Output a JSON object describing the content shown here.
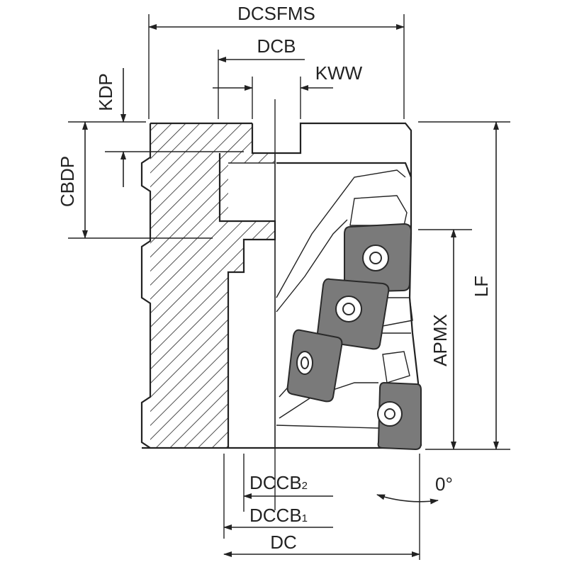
{
  "labels": {
    "dcsfms": "DCSFMS",
    "dcb": "DCB",
    "kww": "KWW",
    "kdp": "KDP",
    "cbdp": "CBDP",
    "apmx": "APMX",
    "lf": "LF",
    "dccb2_main": "DCCB",
    "dccb2_sub": "2",
    "dccb1_main": "DCCB",
    "dccb1_sub": "1",
    "dc": "DC",
    "angle": "0°"
  },
  "colors": {
    "line": "#222222",
    "insert_fill": "#7a7a7a",
    "insert_edge": "#2a2a2a",
    "screw_fill": "#ffffff",
    "body_fill": "#ffffff"
  },
  "icons": {
    "screw": "torx-screw-icon",
    "insert": "square-insert-icon"
  }
}
